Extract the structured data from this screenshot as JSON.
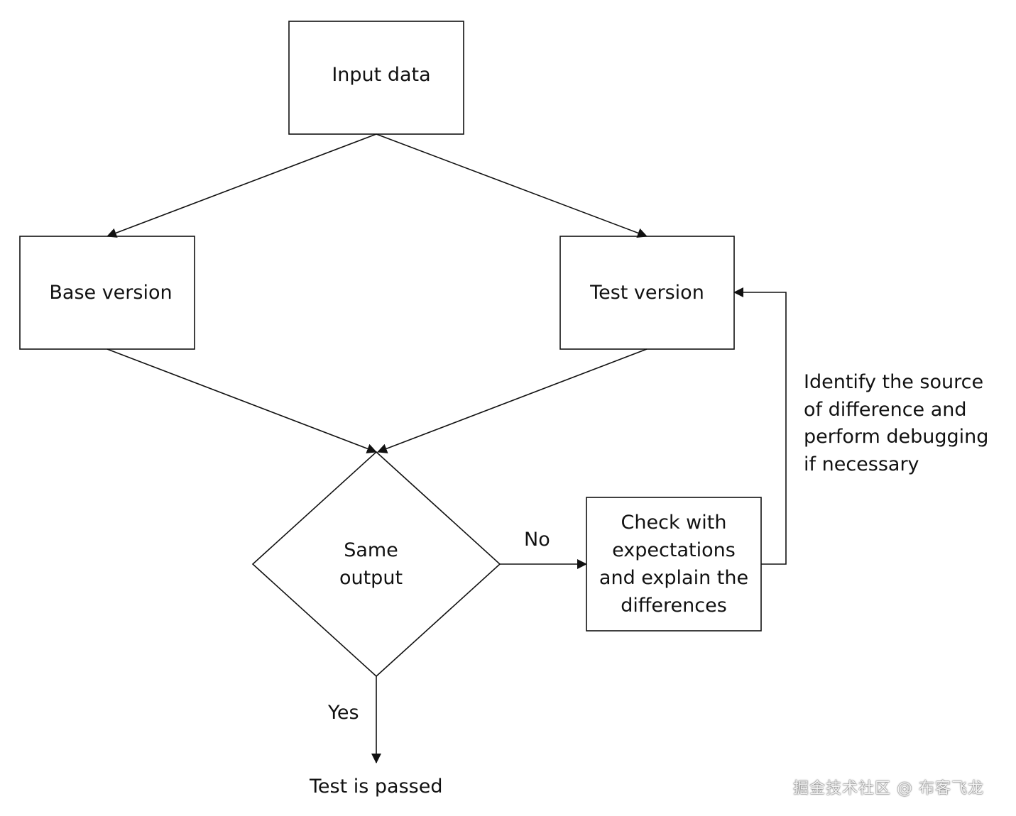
{
  "nodes": {
    "input": {
      "label": "Input data"
    },
    "base": {
      "label": "Base version"
    },
    "test": {
      "label": "Test version"
    },
    "decision": {
      "lines": [
        "Same",
        "output"
      ]
    },
    "check": {
      "lines": [
        "Check with",
        "expectations",
        "and explain the",
        "differences"
      ]
    },
    "result": {
      "label": "Test is passed"
    }
  },
  "edges": {
    "no_label": "No",
    "yes_label": "Yes",
    "feedback_note": [
      "Identify the source",
      "of difference and",
      "perform debugging",
      "if necessary"
    ]
  },
  "watermark": "掘金技术社区 @ 布客飞龙",
  "colors": {
    "stroke": "#111111",
    "text": "#111111",
    "background": "#ffffff"
  }
}
